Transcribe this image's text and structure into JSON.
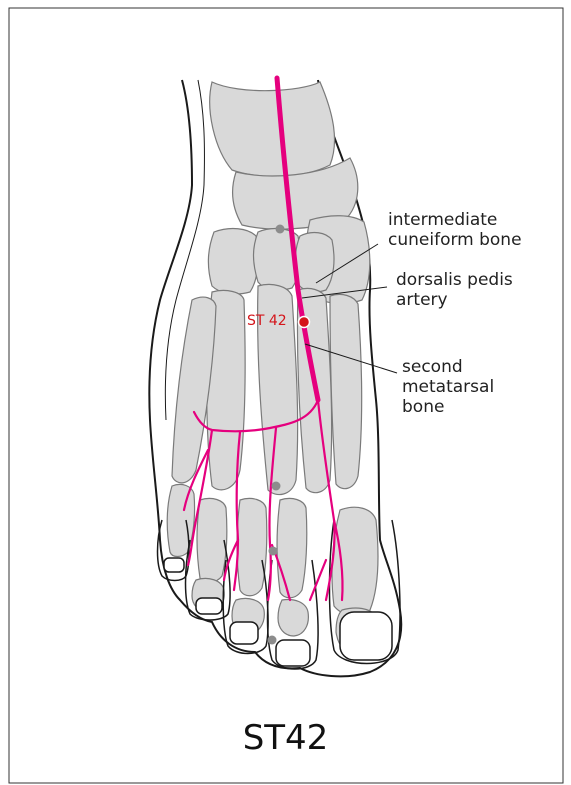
{
  "point_label": "ST 42",
  "labels": {
    "cuneiform_line1": "intermediate",
    "cuneiform_line2": "cuneiform bone",
    "artery_line1": "dorsalis pedis",
    "artery_line2": "artery",
    "metatarsal_line1": "second",
    "metatarsal_line2": "metatarsal",
    "metatarsal_line3": "bone"
  },
  "caption": "ST42",
  "colors": {
    "meridian": "#e5007e",
    "point": "#d4151b",
    "bone_fill": "#d9d9d9",
    "bone_stroke": "#7a7a7a",
    "outline": "#1a1a1a"
  }
}
